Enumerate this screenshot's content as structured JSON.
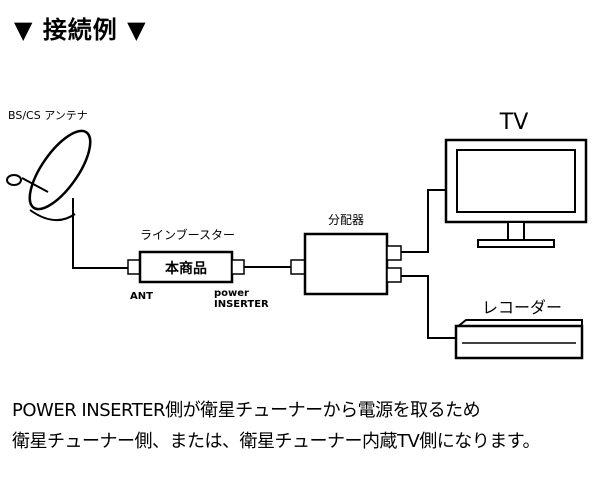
{
  "heading": "▼ 接続例 ▼",
  "diagram": {
    "antenna_label": "BS/CS アンテナ",
    "booster_label": "ラインブースター",
    "product_label": "本商品",
    "ant_label": "ANT",
    "power_label_1": "power",
    "power_label_2": "INSERTER",
    "splitter_label": "分配器",
    "tv_label": "TV",
    "recorder_label": "レコーダー"
  },
  "caption": {
    "line1": "POWER INSERTER側が衛星チューナーから電源を取るため",
    "line2": "衛星チューナー側、または、衛星チューナー内蔵TV側になります。"
  }
}
